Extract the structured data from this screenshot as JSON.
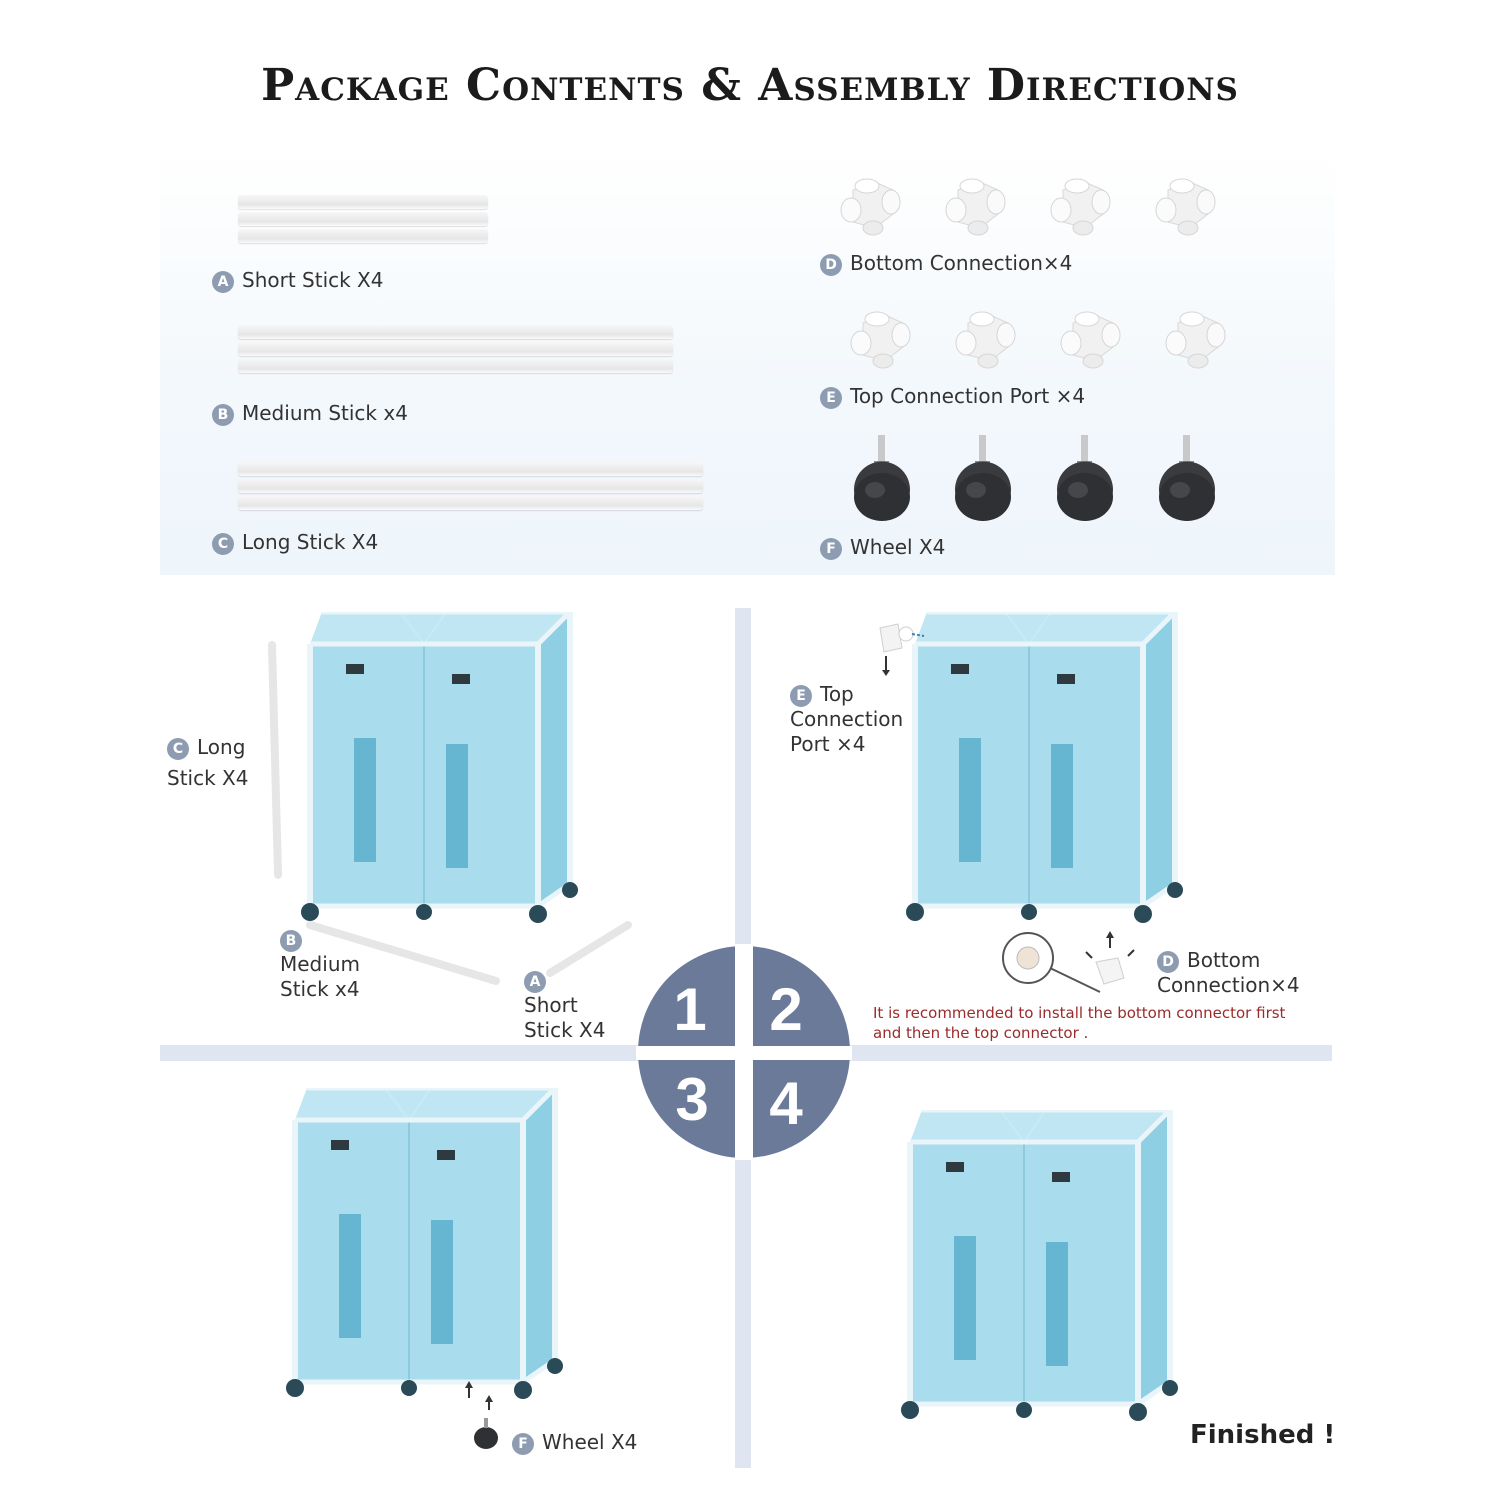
{
  "title": "Package Contents & Assembly Directions",
  "parts": {
    "a": {
      "badge": "A",
      "label": "Short Stick X4"
    },
    "b": {
      "badge": "B",
      "label": "Medium Stick x4"
    },
    "c": {
      "badge": "C",
      "label": "Long Stick X4"
    },
    "d": {
      "badge": "D",
      "label": "Bottom Connection×4"
    },
    "e": {
      "badge": "E",
      "label": "Top Connection Port ×4"
    },
    "f": {
      "badge": "F",
      "label": "Wheel X4"
    }
  },
  "steps": {
    "numbers": [
      "1",
      "2",
      "3",
      "4"
    ],
    "step1": {
      "long_line1": "Long",
      "long_line2": "Stick X4",
      "medium_line1": "Medium",
      "medium_line2": "Stick x4",
      "short_line1": "Short",
      "short_line2": "Stick X4"
    },
    "step2": {
      "top_line1": "Top",
      "top_line2": "Connection",
      "top_line3": "Port ×4",
      "bottom_line1": "Bottom",
      "bottom_line2": "Connection×4",
      "note_line1": "It is recommended to install the bottom connector first",
      "note_line2": "and then the top connector ."
    },
    "step3": {
      "wheel_label": "Wheel X4"
    },
    "step4": {
      "finished": "Finished !"
    }
  },
  "colors": {
    "hamper": "#a9dcec",
    "hamper_dark": "#7fc3da",
    "frame": "#e9f3f7",
    "badge": "#8e9cb2",
    "circle": "#6b7a99",
    "divider": "#dfe5f1",
    "note": "#9a2b2b",
    "wheel": "#2f3033"
  },
  "icons": [
    "connector-icon",
    "wheel-icon",
    "hamper-illustration",
    "arrow-icon"
  ]
}
